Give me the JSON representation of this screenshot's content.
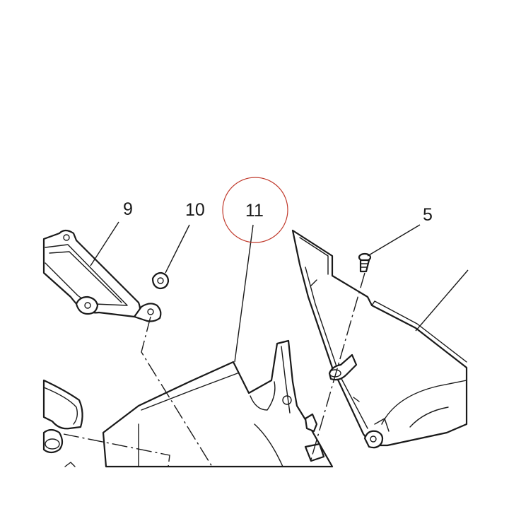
{
  "callouts": {
    "c9": "9",
    "c10": "10",
    "c11": "11",
    "c5": "5"
  },
  "colors": {
    "line": "#1a1a1a",
    "highlight_circle": "#c0392b",
    "background": "#ffffff"
  }
}
